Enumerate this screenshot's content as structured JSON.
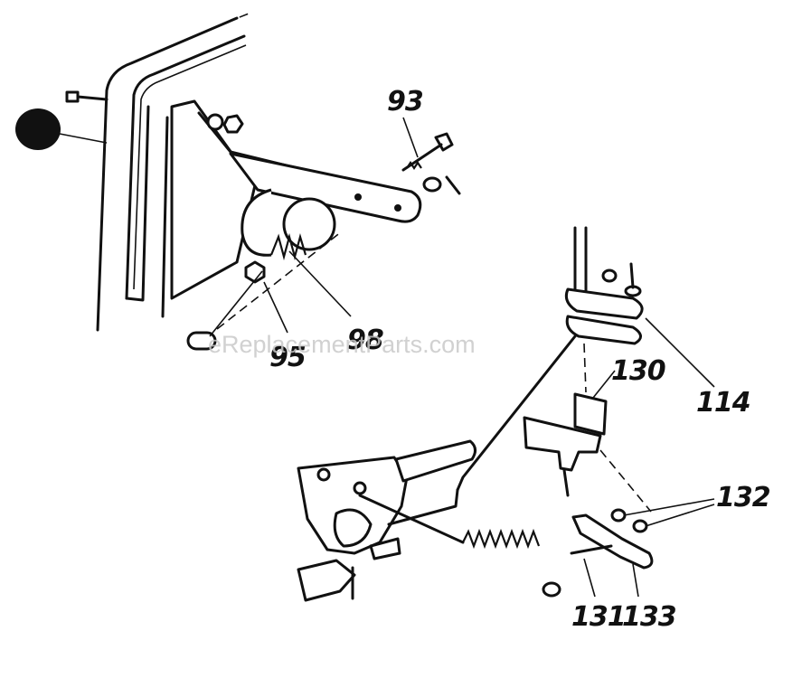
{
  "diagram": {
    "callouts": {
      "p93": "93",
      "p95": "95",
      "p98": "98",
      "p114": "114",
      "p130": "130",
      "p131": "131",
      "p132": "132",
      "p133": "133"
    },
    "watermark": "eReplacementParts.com"
  }
}
